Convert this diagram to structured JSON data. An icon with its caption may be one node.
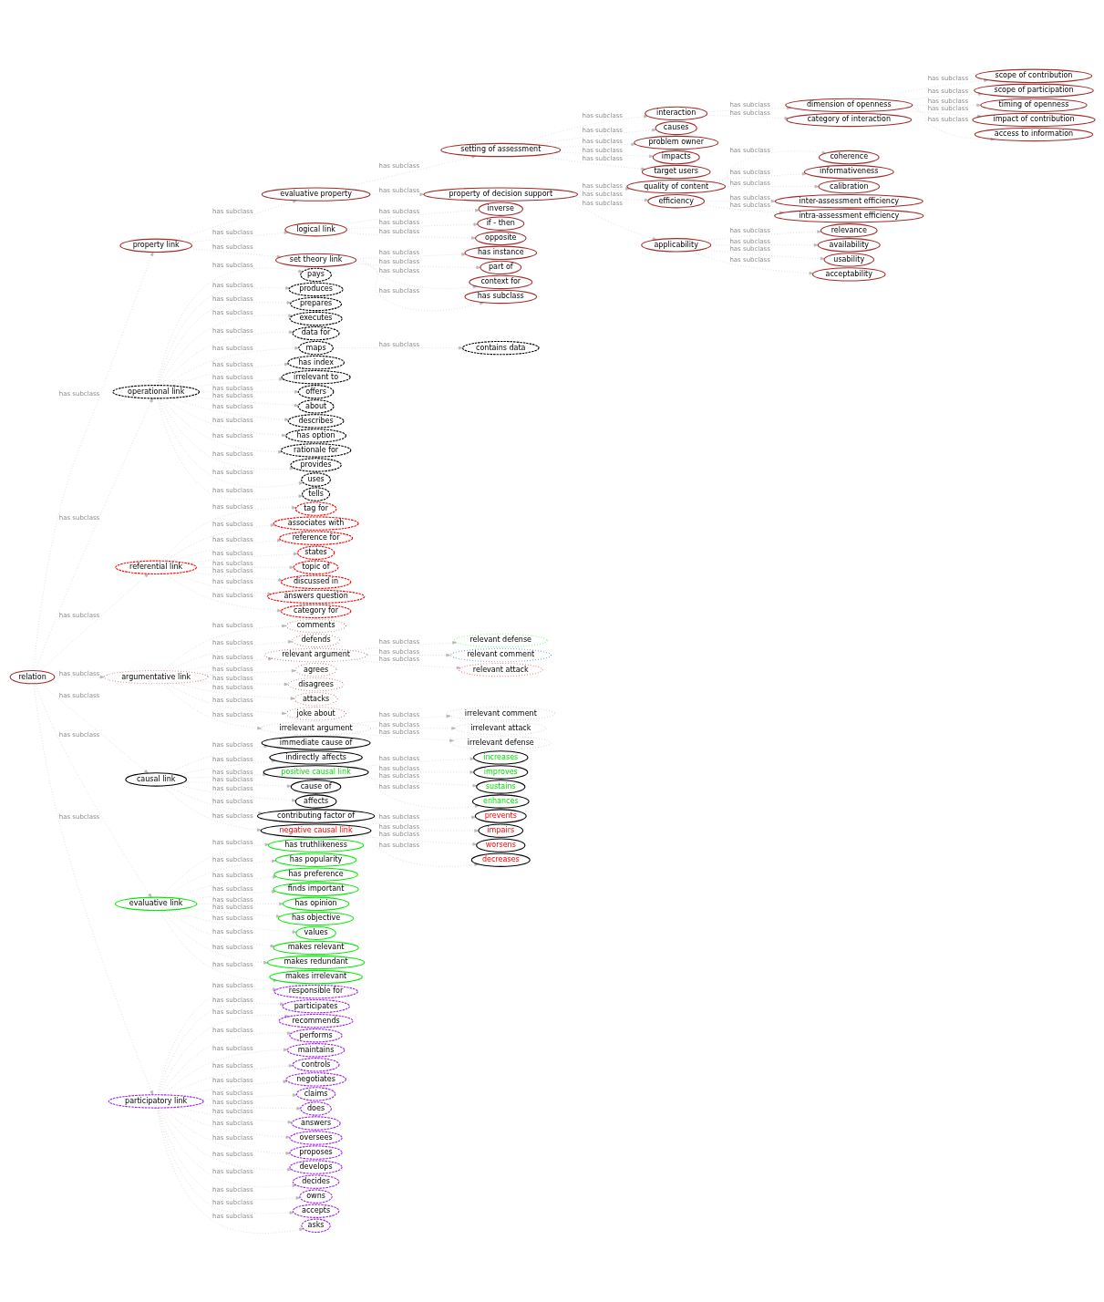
{
  "diagram": {
    "nodes": [
      {
        "text": [
          "scope of contribution"
        ]
      },
      {
        "text": [
          "scope of participation"
        ]
      },
      {
        "text": [
          "timing of openness"
        ]
      },
      {
        "text": [
          "impact of contribution"
        ]
      },
      {
        "text": [
          "dimension of openness"
        ]
      },
      {
        "text": [
          "access to information"
        ]
      },
      {
        "text": [
          "category of interaction"
        ]
      },
      {
        "text": [
          "coherence"
        ]
      },
      {
        "text": [
          "informativeness"
        ]
      },
      {
        "text": [
          "calibration"
        ]
      },
      {
        "text": [
          "inter-assessment efficiency"
        ]
      },
      {
        "text": [
          "intra-assessment efficiency"
        ]
      },
      {
        "text": [
          "relevance"
        ]
      },
      {
        "text": [
          "quality of content"
        ]
      },
      {
        "text": [
          "interaction"
        ]
      },
      {
        "text": [
          "causes"
        ]
      },
      {
        "text": [
          "problem owner"
        ]
      },
      {
        "text": [
          "efficiency"
        ]
      },
      {
        "text": [
          "availability"
        ]
      },
      {
        "text": [
          "impacts"
        ]
      },
      {
        "text": [
          "usability"
        ]
      },
      {
        "text": [
          "target users"
        ]
      },
      {
        "text": [
          "applicability"
        ]
      },
      {
        "text": [
          "acceptability"
        ]
      },
      {
        "text": [
          "setting of assessment"
        ]
      },
      {
        "text": [
          "property of decision support"
        ]
      },
      {
        "text": [
          "inverse"
        ]
      },
      {
        "text": [
          "if - then"
        ]
      },
      {
        "text": [
          "evaluative property"
        ]
      },
      {
        "text": [
          "opposite"
        ]
      },
      {
        "text": [
          "has instance"
        ]
      },
      {
        "text": [
          "part of"
        ]
      },
      {
        "text": [
          "logical link"
        ]
      },
      {
        "text": [
          "context for"
        ]
      },
      {
        "text": [
          "set theory link"
        ]
      },
      {
        "text": [
          "has subclass"
        ]
      },
      {
        "text": [
          "pays"
        ]
      },
      {
        "text": [
          "produces"
        ]
      },
      {
        "text": [
          "prepares"
        ]
      },
      {
        "text": [
          "executes"
        ]
      },
      {
        "text": [
          "contains data"
        ]
      },
      {
        "text": [
          "data for"
        ]
      },
      {
        "text": [
          "maps"
        ]
      },
      {
        "text": [
          "has index"
        ]
      },
      {
        "text": [
          "property link"
        ]
      },
      {
        "text": [
          "irrelevant to"
        ]
      },
      {
        "text": [
          "tag for"
        ]
      },
      {
        "text": [
          "offers"
        ]
      },
      {
        "text": [
          "associates with"
        ]
      },
      {
        "text": [
          "reference for"
        ]
      },
      {
        "text": [
          "about"
        ]
      },
      {
        "text": [
          "describes"
        ]
      },
      {
        "text": [
          "has option"
        ]
      },
      {
        "text": [
          "operational link"
        ]
      },
      {
        "text": [
          "states"
        ]
      },
      {
        "text": [
          "topic of"
        ]
      },
      {
        "text": [
          "rationale for"
        ]
      },
      {
        "text": [
          "provides"
        ]
      },
      {
        "text": [
          "comments"
        ]
      },
      {
        "text": [
          "relevant defense"
        ]
      },
      {
        "text": [
          "uses"
        ]
      },
      {
        "text": [
          "immediate cause of"
        ]
      },
      {
        "text": [
          "tells"
        ]
      },
      {
        "text": [
          "referential link"
        ]
      },
      {
        "text": [
          "discussed in"
        ]
      },
      {
        "text": [
          "defends"
        ]
      },
      {
        "text": [
          "indirectly affects"
        ]
      },
      {
        "text": [
          "relevant argument"
        ]
      },
      {
        "text": [
          "relevant comment"
        ]
      },
      {
        "text": [
          "relation"
        ]
      },
      {
        "text": [
          "answers question"
        ]
      },
      {
        "text": [
          "argumentative link"
        ]
      },
      {
        "text": [
          "agrees"
        ]
      },
      {
        "text": [
          "category for"
        ]
      },
      {
        "text": [
          "positive causal link"
        ]
      },
      {
        "text": [
          "cause of"
        ]
      },
      {
        "text": [
          "causal link"
        ]
      },
      {
        "text": [
          "disagrees"
        ]
      },
      {
        "text": [
          "increases"
        ]
      },
      {
        "text": [
          "improves"
        ]
      },
      {
        "text": [
          "sustains"
        ]
      },
      {
        "text": [
          "relevant attack"
        ]
      },
      {
        "text": [
          "attacks"
        ]
      },
      {
        "text": [
          "affects"
        ]
      },
      {
        "text": [
          "has truthlikeness"
        ]
      },
      {
        "text": [
          "responsible for"
        ]
      },
      {
        "text": [
          "joke about"
        ]
      },
      {
        "text": [
          "evaluative link"
        ]
      },
      {
        "text": [
          "enhances"
        ]
      },
      {
        "text": [
          "contributing factor of"
        ]
      },
      {
        "text": [
          "has popularity"
        ]
      },
      {
        "text": [
          "participates"
        ]
      },
      {
        "text": [
          "recommends"
        ]
      },
      {
        "text": [
          "participatory link"
        ]
      },
      {
        "text": [
          "irrelevant argument"
        ]
      },
      {
        "text": [
          "irrelevant comment"
        ]
      },
      {
        "text": [
          "negative causal link"
        ]
      },
      {
        "text": [
          "performs"
        ]
      },
      {
        "text": [
          "has preference"
        ]
      },
      {
        "text": [
          "finds important"
        ]
      },
      {
        "text": [
          "has opinion"
        ]
      },
      {
        "text": [
          "maintains"
        ]
      },
      {
        "text": [
          "controls"
        ]
      },
      {
        "text": [
          "prevents"
        ]
      },
      {
        "text": [
          "negotiates"
        ]
      },
      {
        "text": [
          "claims"
        ]
      },
      {
        "text": [
          "does"
        ]
      },
      {
        "text": [
          "has objective"
        ]
      },
      {
        "text": [
          "values"
        ]
      },
      {
        "text": [
          "impairs"
        ]
      },
      {
        "text": [
          "makes relevant"
        ]
      },
      {
        "text": [
          "answers"
        ]
      },
      {
        "text": [
          "irrelevant attack"
        ]
      },
      {
        "text": [
          "oversees"
        ]
      },
      {
        "text": [
          "proposes"
        ]
      },
      {
        "text": [
          "makes redundant"
        ]
      },
      {
        "text": [
          "develops"
        ]
      },
      {
        "text": [
          "decides"
        ]
      },
      {
        "text": [
          "makes irrelevant"
        ]
      },
      {
        "text": [
          "irrelevant defense"
        ]
      },
      {
        "text": [
          "worsens"
        ]
      },
      {
        "text": [
          "owns"
        ]
      },
      {
        "text": [
          "accepts"
        ]
      },
      {
        "text": [
          "asks"
        ]
      },
      {
        "text": [
          "decreases"
        ]
      }
    ],
    "edges": [
      {
        "from": 4,
        "to": 0,
        "arrow": "to",
        "label": "has subclass"
      },
      {
        "from": 4,
        "to": 1,
        "arrow": "to",
        "label": "has subclass"
      },
      {
        "from": 4,
        "to": 2,
        "arrow": "to",
        "label": "has subclass"
      },
      {
        "from": 4,
        "to": 3,
        "arrow": "to",
        "label": "has subclass"
      },
      {
        "from": 4,
        "to": 5,
        "arrow": "to",
        "label": "has subclass"
      },
      {
        "from": 14,
        "to": 4,
        "arrow": "to",
        "label": "has subclass"
      },
      {
        "from": 14,
        "to": 6,
        "arrow": "to",
        "label": "has subclass"
      },
      {
        "from": 24,
        "to": 19,
        "arrow": "to",
        "label": "has subclass"
      },
      {
        "from": 24,
        "to": 14,
        "arrow": "to",
        "label": "has subclass"
      },
      {
        "from": 24,
        "to": 21,
        "arrow": "to",
        "label": "has subclass"
      },
      {
        "from": 24,
        "to": 15,
        "arrow": "to",
        "label": "has subclass"
      },
      {
        "from": 24,
        "to": 16,
        "arrow": "to",
        "label": "has subclass"
      },
      {
        "from": 13,
        "to": 7,
        "arrow": "to",
        "label": "has subclass"
      },
      {
        "from": 13,
        "to": 8,
        "arrow": "to",
        "label": "has subclass"
      },
      {
        "from": 13,
        "to": 9,
        "arrow": "to",
        "label": "has subclass"
      },
      {
        "from": 17,
        "to": 10,
        "arrow": "to",
        "label": "has subclass"
      },
      {
        "from": 17,
        "to": 11,
        "arrow": "to",
        "label": "has subclass"
      },
      {
        "from": 22,
        "to": 12,
        "arrow": "to",
        "label": "has subclass"
      },
      {
        "from": 22,
        "to": 18,
        "arrow": "to",
        "label": "has subclass"
      },
      {
        "from": 22,
        "to": 20,
        "arrow": "to",
        "label": "has subclass"
      },
      {
        "from": 22,
        "to": 23,
        "arrow": "to",
        "label": "has subclass"
      },
      {
        "from": 25,
        "to": 13,
        "arrow": "to",
        "label": "has subclass"
      },
      {
        "from": 25,
        "to": 17,
        "arrow": "to",
        "label": "has subclass"
      },
      {
        "from": 25,
        "to": 22,
        "arrow": "to",
        "label": "has subclass"
      },
      {
        "from": 28,
        "to": 24,
        "arrow": "to",
        "label": "has subclass"
      },
      {
        "from": 28,
        "to": 25,
        "arrow": "to",
        "label": "has subclass"
      },
      {
        "from": 32,
        "to": 27,
        "arrow": "to",
        "label": "has subclass"
      },
      {
        "from": 32,
        "to": 29,
        "arrow": "to",
        "label": "has subclass"
      },
      {
        "from": 32,
        "to": 26,
        "arrow": "to",
        "label": "has subclass"
      },
      {
        "from": 34,
        "to": 30,
        "arrow": "to",
        "label": "has subclass"
      },
      {
        "from": 34,
        "to": 31,
        "arrow": "to",
        "label": "has subclass"
      },
      {
        "from": 34,
        "to": 33,
        "arrow": "to",
        "label": "has subclass"
      },
      {
        "from": 34,
        "to": 35,
        "arrow": "to",
        "label": "has subclass"
      },
      {
        "from": 44,
        "to": 34,
        "arrow": "to",
        "label": "has subclass"
      },
      {
        "from": 44,
        "to": 32,
        "arrow": "to",
        "label": "has subclass"
      },
      {
        "from": 44,
        "to": 28,
        "arrow": "to",
        "label": "has subclass"
      },
      {
        "from": 69,
        "to": 44,
        "arrow": "to",
        "label": "has subclass"
      },
      {
        "from": 69,
        "to": 63,
        "arrow": "to",
        "label": "has subclass"
      },
      {
        "from": 69,
        "to": 53,
        "arrow": "to",
        "label": "has subclass"
      },
      {
        "from": 69,
        "to": 71,
        "arrow": "to",
        "label": "has subclass"
      },
      {
        "from": 69,
        "to": 87,
        "arrow": "to",
        "label": "has subclass"
      },
      {
        "from": 69,
        "to": 93,
        "arrow": "to",
        "label": "has subclass"
      },
      {
        "from": 69,
        "to": 76,
        "arrow": "to",
        "label": "has subclass"
      },
      {
        "from": 63,
        "to": 46,
        "arrow": "to",
        "label": "has subclass"
      },
      {
        "from": 63,
        "to": 49,
        "arrow": "to",
        "label": "has subclass"
      },
      {
        "from": 63,
        "to": 48,
        "arrow": "to",
        "label": "has subclass"
      },
      {
        "from": 63,
        "to": 54,
        "arrow": "to",
        "label": "has subclass"
      },
      {
        "from": 63,
        "to": 55,
        "arrow": "to",
        "label": "has subclass"
      },
      {
        "from": 63,
        "to": 64,
        "arrow": "to",
        "label": "has subclass"
      },
      {
        "from": 63,
        "to": 70,
        "arrow": "to",
        "label": "has subclass"
      },
      {
        "from": 63,
        "to": 73,
        "arrow": "to",
        "label": "has subclass"
      },
      {
        "from": 53,
        "to": 39,
        "arrow": "to",
        "label": "has subclass"
      },
      {
        "from": 53,
        "to": 36,
        "arrow": "to",
        "label": "has subclass"
      },
      {
        "from": 53,
        "to": 37,
        "arrow": "to",
        "label": "has subclass"
      },
      {
        "from": 53,
        "to": 38,
        "arrow": "to",
        "label": "has subclass"
      },
      {
        "from": 53,
        "to": 41,
        "arrow": "to",
        "label": "has subclass"
      },
      {
        "from": 53,
        "to": 42,
        "arrow": "to",
        "label": "has subclass"
      },
      {
        "from": 53,
        "to": 43,
        "arrow": "to",
        "label": "has subclass"
      },
      {
        "from": 53,
        "to": 45,
        "arrow": "to",
        "label": "has subclass"
      },
      {
        "from": 53,
        "to": 47,
        "arrow": "to",
        "label": "has subclass"
      },
      {
        "from": 53,
        "to": 50,
        "arrow": "to",
        "label": "has subclass"
      },
      {
        "from": 53,
        "to": 51,
        "arrow": "to",
        "label": "has subclass"
      },
      {
        "from": 53,
        "to": 52,
        "arrow": "to",
        "label": "has subclass"
      },
      {
        "from": 53,
        "to": 56,
        "arrow": "to",
        "label": "has subclass"
      },
      {
        "from": 53,
        "to": 57,
        "arrow": "to",
        "label": "has subclass"
      },
      {
        "from": 53,
        "to": 60,
        "arrow": "to",
        "label": "has subclass"
      },
      {
        "from": 53,
        "to": 62,
        "arrow": "to",
        "label": "has subclass"
      },
      {
        "from": 42,
        "to": 40,
        "arrow": "to",
        "label": "has subclass"
      },
      {
        "from": 76,
        "to": 75,
        "arrow": "to",
        "label": "has subclass"
      },
      {
        "from": 76,
        "to": 83,
        "arrow": "to",
        "label": "has subclass"
      },
      {
        "from": 76,
        "to": 89,
        "arrow": "to",
        "label": "has subclass"
      },
      {
        "from": 76,
        "to": 66,
        "arrow": "to",
        "label": "has subclass"
      },
      {
        "from": 76,
        "to": 61,
        "arrow": "to",
        "label": "has subclass"
      },
      {
        "from": 76,
        "to": 74,
        "arrow": "to",
        "label": "has subclass"
      },
      {
        "from": 76,
        "to": 96,
        "arrow": "to",
        "label": "has subclass"
      },
      {
        "from": 74,
        "to": 78,
        "arrow": "to",
        "label": "has subclass"
      },
      {
        "from": 74,
        "to": 79,
        "arrow": "to",
        "label": "has subclass"
      },
      {
        "from": 74,
        "to": 80,
        "arrow": "to",
        "label": "has subclass"
      },
      {
        "from": 74,
        "to": 88,
        "arrow": "to",
        "label": "has subclass"
      },
      {
        "from": 96,
        "to": 103,
        "arrow": "to",
        "label": "has subclass"
      },
      {
        "from": 96,
        "to": 109,
        "arrow": "to",
        "label": "has subclass"
      },
      {
        "from": 96,
        "to": 120,
        "arrow": "to",
        "label": "has subclass"
      },
      {
        "from": 96,
        "to": 124,
        "arrow": "to",
        "label": "has subclass"
      },
      {
        "from": 71,
        "to": 58,
        "arrow": "to",
        "label": "has subclass"
      },
      {
        "from": 71,
        "to": 65,
        "arrow": "to",
        "label": "has subclass"
      },
      {
        "from": 71,
        "to": 72,
        "arrow": "to",
        "label": "has subclass"
      },
      {
        "from": 71,
        "to": 77,
        "arrow": "to",
        "label": "has subclass"
      },
      {
        "from": 71,
        "to": 82,
        "arrow": "to",
        "label": "has subclass"
      },
      {
        "from": 71,
        "to": 86,
        "arrow": "to",
        "label": "has subclass"
      },
      {
        "from": 71,
        "to": 67,
        "arrow": "to",
        "label": "has subclass"
      },
      {
        "from": 71,
        "to": 94,
        "arrow": "to",
        "label": "has subclass"
      },
      {
        "from": 67,
        "to": 59,
        "arrow": "to",
        "label": "has subclass"
      },
      {
        "from": 67,
        "to": 68,
        "arrow": "to",
        "label": "has subclass"
      },
      {
        "from": 67,
        "to": 81,
        "arrow": "to",
        "label": "has subclass"
      },
      {
        "from": 94,
        "to": 95,
        "arrow": "to",
        "label": "has subclass"
      },
      {
        "from": 94,
        "to": 112,
        "arrow": "to",
        "label": "has subclass"
      },
      {
        "from": 94,
        "to": 119,
        "arrow": "to",
        "label": "has subclass"
      },
      {
        "from": 87,
        "to": 84,
        "arrow": "to",
        "label": "has subclass"
      },
      {
        "from": 87,
        "to": 90,
        "arrow": "to",
        "label": "has subclass"
      },
      {
        "from": 87,
        "to": 99,
        "arrow": "to",
        "label": "has subclass"
      },
      {
        "from": 87,
        "to": 100,
        "arrow": "to",
        "label": "has subclass"
      },
      {
        "from": 87,
        "to": 98,
        "arrow": "to",
        "label": "has subclass"
      },
      {
        "from": 87,
        "to": 108,
        "arrow": "to",
        "label": "has subclass"
      },
      {
        "from": 87,
        "to": 107,
        "arrow": "to",
        "label": "has subclass"
      },
      {
        "from": 87,
        "to": 110,
        "arrow": "to",
        "label": "has subclass"
      },
      {
        "from": 87,
        "to": 115,
        "arrow": "to",
        "label": "has subclass"
      },
      {
        "from": 87,
        "to": 118,
        "arrow": "to",
        "label": "has subclass"
      },
      {
        "from": 93,
        "to": 85,
        "arrow": "to",
        "label": "has subclass"
      },
      {
        "from": 93,
        "to": 91,
        "arrow": "to",
        "label": "has subclass"
      },
      {
        "from": 93,
        "to": 92,
        "arrow": "to",
        "label": "has subclass"
      },
      {
        "from": 93,
        "to": 97,
        "arrow": "to",
        "label": "has subclass"
      },
      {
        "from": 93,
        "to": 101,
        "arrow": "to",
        "label": "has subclass"
      },
      {
        "from": 93,
        "to": 102,
        "arrow": "to",
        "label": "has subclass"
      },
      {
        "from": 93,
        "to": 104,
        "arrow": "to",
        "label": "has subclass"
      },
      {
        "from": 93,
        "to": 105,
        "arrow": "to",
        "label": "has subclass"
      },
      {
        "from": 93,
        "to": 106,
        "arrow": "to",
        "label": "has subclass"
      },
      {
        "from": 93,
        "to": 111,
        "arrow": "to",
        "label": "has subclass"
      },
      {
        "from": 93,
        "to": 113,
        "arrow": "to",
        "label": "has subclass"
      },
      {
        "from": 93,
        "to": 114,
        "arrow": "to",
        "label": "has subclass"
      },
      {
        "from": 93,
        "to": 116,
        "arrow": "to",
        "label": "has subclass"
      },
      {
        "from": 93,
        "to": 117,
        "arrow": "to",
        "label": "has subclass"
      },
      {
        "from": 93,
        "to": 121,
        "arrow": "to",
        "label": "has subclass"
      },
      {
        "from": 93,
        "to": 122,
        "arrow": "to",
        "label": "has subclass"
      },
      {
        "from": 93,
        "to": 123,
        "arrow": "to",
        "label": "has subclass"
      }
    ]
  }
}
